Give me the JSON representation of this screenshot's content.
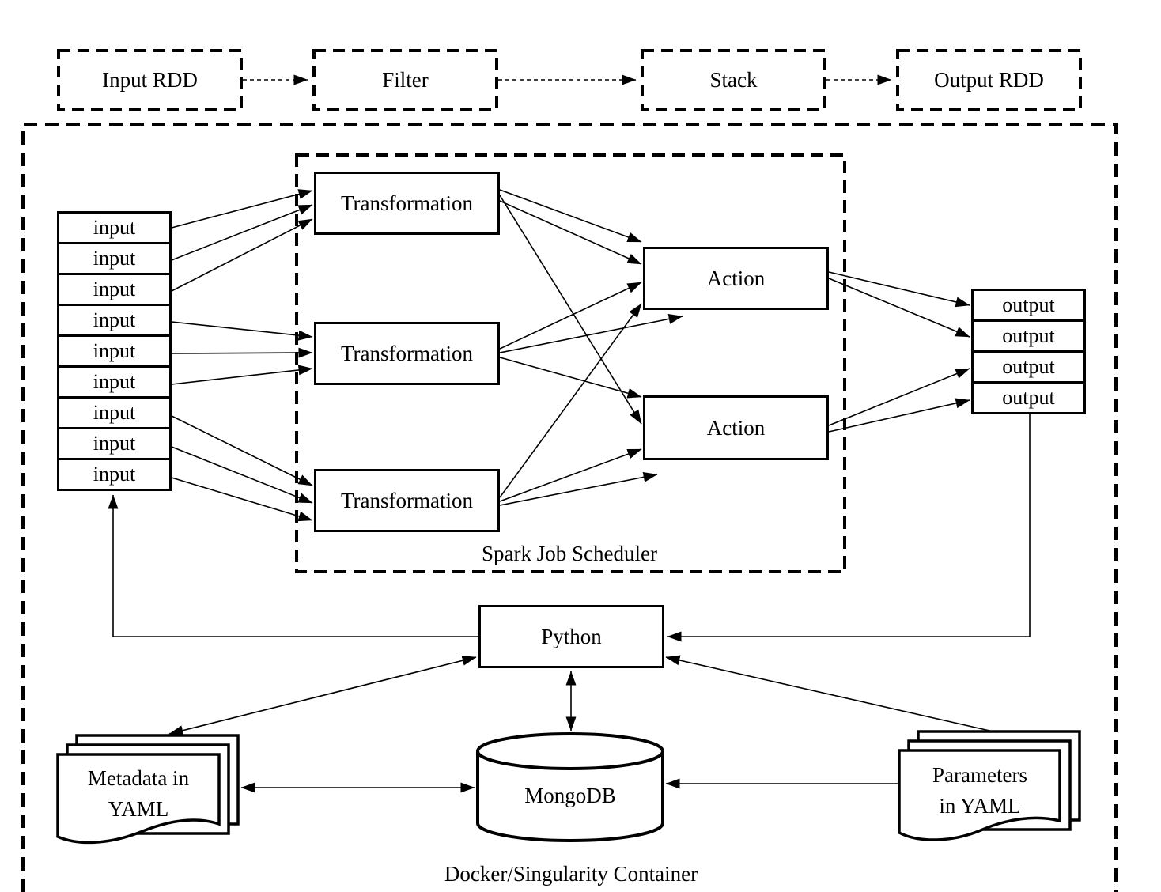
{
  "colors": {
    "ink": "#000000",
    "paper": "#ffffff"
  },
  "pipeline": {
    "stages": [
      "Input RDD",
      "Filter",
      "Stack",
      "Output RDD"
    ]
  },
  "container": {
    "label": "Docker/Singularity Container"
  },
  "scheduler": {
    "label": "Spark Job Scheduler",
    "transformation_label": "Transformation",
    "transformation_count": 3,
    "action_label": "Action",
    "action_count": 2
  },
  "io": {
    "input_label": "input",
    "input_count": 9,
    "output_label": "output",
    "output_count": 4
  },
  "python": {
    "label": "Python"
  },
  "mongodb": {
    "label": "MongoDB"
  },
  "metadata_doc": {
    "line1": "Metadata in",
    "line2": "YAML"
  },
  "parameters_doc": {
    "line1": "Parameters",
    "line2": "in YAML"
  }
}
